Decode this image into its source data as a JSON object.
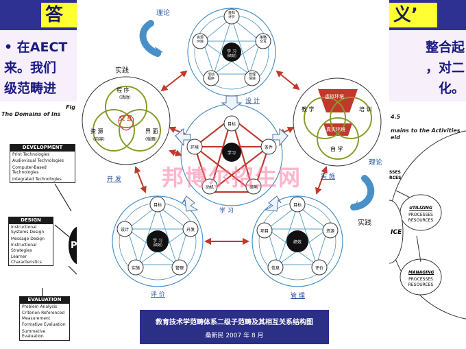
{
  "slide": {
    "title_left": "答",
    "title_right": "义’",
    "bullet_left": [
      "• 在AECT",
      "来。我们",
      "级范畴进"
    ],
    "bullet_right": [
      "整合起",
      "，对二",
      "化。"
    ],
    "figure_caption_left": "The Domains of Ins",
    "figure_caption_right": "mains to the Activities\neld",
    "fig_label_left": "Fig",
    "fig_label_right": "4.5"
  },
  "left_boxes": [
    {
      "header": "DEVELOPMENT",
      "items": [
        "Print Technologies",
        "Audiovisual Technologies",
        "Computer-Based Technologies",
        "Integrated Technologies"
      ]
    },
    {
      "header": "DESIGN",
      "items": [
        "Instructional Systems Design",
        "Message Design",
        "Instructional Strategies",
        "Learner Characteristics"
      ]
    },
    {
      "header": "EVALUATION",
      "items": [
        "Problem Analysis",
        "Criterion-Referenced Measurement",
        "Formative Evaluation",
        "Summative Evaluation"
      ]
    }
  ],
  "right_labels": {
    "utilizing_header": "UTILIZING",
    "utilizing_body": "PROCESSES RESOURCES",
    "managing_header": "MANAGING",
    "managing_body": "PROCESSES RESOURCES",
    "ice": "ICE",
    "side_small": "SSES\nRCES"
  },
  "diagram": {
    "top_star": {
      "center_top": "学 习",
      "center_bottom": "(绩效)",
      "nodes": [
        "目标\n评价",
        "策略\n交互",
        "管理\n情境",
        "活动\n程序",
        "资源\n环境"
      ]
    },
    "theory_label": "理论",
    "practice_label": "实践",
    "venn_left": {
      "labels": [
        "程 序",
        "(活动)",
        "交 互",
        "资 源",
        "(内容)",
        "界 面",
        "(版面)"
      ]
    },
    "design_label": "设 计",
    "develop_label": "开 发",
    "implement_label": "实 施",
    "venn_right": {
      "top": "虚拟环境",
      "bottom": "真实环境",
      "left": "教 学",
      "right": "培 训",
      "self": "自 学"
    },
    "theory_label_right": "理论",
    "practice_label_right": "实践",
    "middle_star": {
      "nodes": [
        "目标",
        "条件",
        "策略",
        "动机",
        "环境"
      ],
      "center": "学习"
    },
    "learn_label": "学 习",
    "eval_star": {
      "center_top": "学 习",
      "center_bottom": "(绩效)",
      "nodes": [
        "目标",
        "开发",
        "管理",
        "实施",
        "设计"
      ]
    },
    "eval_label": "评 价",
    "manage_star": {
      "center": "绩效",
      "nodes": [
        "目标",
        "资源",
        "评价",
        "信息",
        "项目"
      ]
    },
    "manage_label": "管 理",
    "title_line1": "教育技术学范畴体系二级子范畴及其相互关系结构图",
    "title_line2": "桑新民   2007 年 8 月"
  },
  "watermark": "邦博尔招生网",
  "colors": {
    "slide_blue": "#2e3192",
    "title_yellow": "#ffff33",
    "arrow_red": "#c0392b",
    "star_red": "#c0392b",
    "venn_green": "#8a9a2a",
    "circle_blue": "#4a90c8"
  }
}
